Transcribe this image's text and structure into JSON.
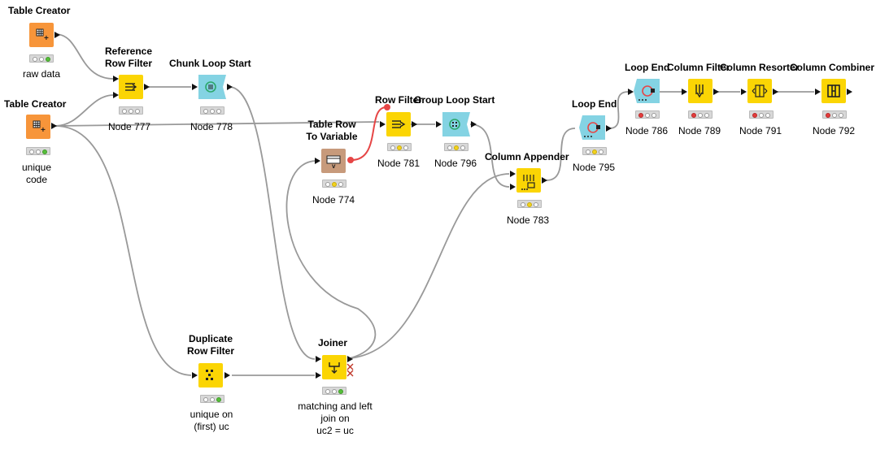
{
  "nodes": [
    {
      "id": "tc1",
      "title": "Table Creator",
      "label": "raw data",
      "status": [
        "gray",
        "gray",
        "green"
      ]
    },
    {
      "id": "tc2",
      "title": "Table Creator",
      "label": "unique\ncode",
      "status": [
        "gray",
        "gray",
        "green"
      ]
    },
    {
      "id": "rrf",
      "title": "Reference\nRow Filter",
      "label": "Node 777",
      "status": [
        "gray",
        "gray",
        "gray"
      ]
    },
    {
      "id": "cls",
      "title": "Chunk Loop Start",
      "label": "Node 778",
      "status": [
        "gray",
        "gray",
        "gray"
      ]
    },
    {
      "id": "trv",
      "title": "Table Row\nTo Variable",
      "label": "Node 774",
      "status": [
        "gray",
        "yellow",
        "gray"
      ]
    },
    {
      "id": "rf",
      "title": "Row Filter",
      "label": "Node 781",
      "status": [
        "gray",
        "yellow",
        "gray"
      ]
    },
    {
      "id": "gls",
      "title": "Group Loop Start",
      "label": "Node 796",
      "status": [
        "gray",
        "yellow",
        "gray"
      ]
    },
    {
      "id": "ca",
      "title": "Column Appender",
      "label": "Node 783",
      "status": [
        "gray",
        "yellow",
        "gray"
      ]
    },
    {
      "id": "le1",
      "title": "Loop End",
      "label": "Node 795",
      "status": [
        "gray",
        "yellow",
        "gray"
      ]
    },
    {
      "id": "le2",
      "title": "Loop End",
      "label": "Node 786",
      "status": [
        "red",
        "gray",
        "gray"
      ]
    },
    {
      "id": "cf",
      "title": "Column Filter",
      "label": "Node 789",
      "status": [
        "red",
        "gray",
        "gray"
      ]
    },
    {
      "id": "cr",
      "title": "Column Resorter",
      "label": "Node 791",
      "status": [
        "red",
        "gray",
        "gray"
      ]
    },
    {
      "id": "cc",
      "title": "Column Combiner",
      "label": "Node 792",
      "status": [
        "red",
        "gray",
        "gray"
      ]
    },
    {
      "id": "drf",
      "title": "Duplicate\nRow Filter",
      "label": "unique on\n(first) uc",
      "status": [
        "gray",
        "gray",
        "green"
      ]
    },
    {
      "id": "jn",
      "title": "Joiner",
      "label": "matching and left\njoin on\nuc2 = uc",
      "status": [
        "gray",
        "gray",
        "green"
      ]
    }
  ],
  "icon_names": {
    "tc1": "table-creator-icon",
    "tc2": "table-creator-icon",
    "rrf": "reference-row-filter-icon",
    "cls": "chunk-loop-start-icon",
    "trv": "table-row-to-variable-icon",
    "rf": "row-filter-icon",
    "gls": "group-loop-start-icon",
    "ca": "column-appender-icon",
    "le1": "loop-end-icon",
    "le2": "loop-end-icon",
    "cf": "column-filter-icon",
    "cr": "column-resorter-icon",
    "cc": "column-combiner-icon",
    "drf": "duplicate-row-filter-icon",
    "jn": "joiner-icon"
  },
  "colors": {
    "source": "#f7953a",
    "manipulator": "#fbd504",
    "loop": "#84d3e3",
    "variable": "#c79a7b",
    "wire": "#999999",
    "flow_variable_wire": "#e64646"
  }
}
